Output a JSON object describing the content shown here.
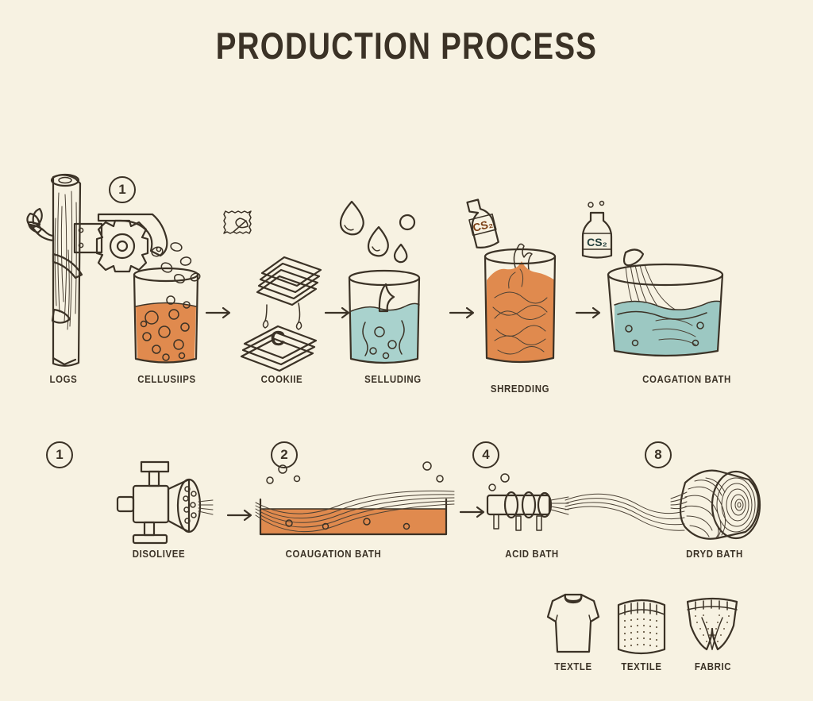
{
  "page": {
    "title": "PRODUCTION PROCESS",
    "background_color": "#f7f2e2",
    "ink_color": "#3b3226",
    "accent_orange": "#e08a4e",
    "accent_teal": "#9cc8c2",
    "accent_brown": "#b5703c"
  },
  "row1": {
    "badge": "1",
    "steps": [
      {
        "label": "LOGS",
        "icon": "tree-log-icon"
      },
      {
        "label": "CELLUSIIPS",
        "icon": "beaker-wood-chips-icon"
      },
      {
        "label": "COOKIIE",
        "icon": "cellulose-sheets-icon",
        "sheet_letter": "C",
        "stamp": "leaf-stamp-icon"
      },
      {
        "label": "SELLUDING",
        "icon": "beaker-water-drop-icon"
      },
      {
        "label": "SHREDDING",
        "icon": "beaker-viscose-swirl-icon",
        "bottle_label": "CS₂"
      },
      {
        "label": "COAGATION BATH",
        "icon": "coagulation-bath-icon",
        "bottle_label": "CS₂"
      }
    ]
  },
  "row2": {
    "steps": [
      {
        "badge": "1",
        "label": "DISOLIVEE",
        "icon": "spinneret-extruder-icon"
      },
      {
        "badge": "2",
        "label": "COAUGATION BATH",
        "icon": "coagulation-trough-icon"
      },
      {
        "badge": "4",
        "label": "ACID BATH",
        "icon": "roller-acid-bath-icon"
      },
      {
        "badge": "8",
        "label": "DRYD BATH",
        "icon": "yarn-spool-icon"
      }
    ]
  },
  "products": [
    {
      "label": "TEXTLE",
      "icon": "tshirt-icon"
    },
    {
      "label": "TEXTILE",
      "icon": "fabric-swatch-icon"
    },
    {
      "label": "FABRIC",
      "icon": "underwear-icon"
    }
  ]
}
